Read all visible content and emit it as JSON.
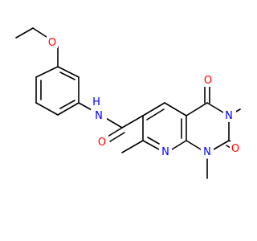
{
  "structure": {
    "atoms": [
      {
        "id": "ethyl_c2",
        "text": ""
      },
      {
        "id": "ethyl_c1",
        "text": ""
      },
      {
        "id": "ether_o",
        "text": "O",
        "color": "#ff0000"
      },
      {
        "id": "amide_nh",
        "text": "N",
        "h": "H",
        "color": "#0000ff"
      },
      {
        "id": "amide_o",
        "text": "O",
        "color": "#ff0000"
      },
      {
        "id": "c4_o",
        "text": "O",
        "color": "#ff0000"
      },
      {
        "id": "c2_o",
        "text": "O",
        "color": "#ff0000"
      },
      {
        "id": "n3",
        "text": "N",
        "color": "#0000ff"
      },
      {
        "id": "n1",
        "text": "N",
        "color": "#0000ff"
      },
      {
        "id": "n8",
        "text": "N",
        "color": "#0000ff"
      }
    ],
    "colors": {
      "bond": "#000000",
      "carbon": "#000000",
      "nitrogen": "#0000ff",
      "oxygen": "#ff0000"
    }
  }
}
